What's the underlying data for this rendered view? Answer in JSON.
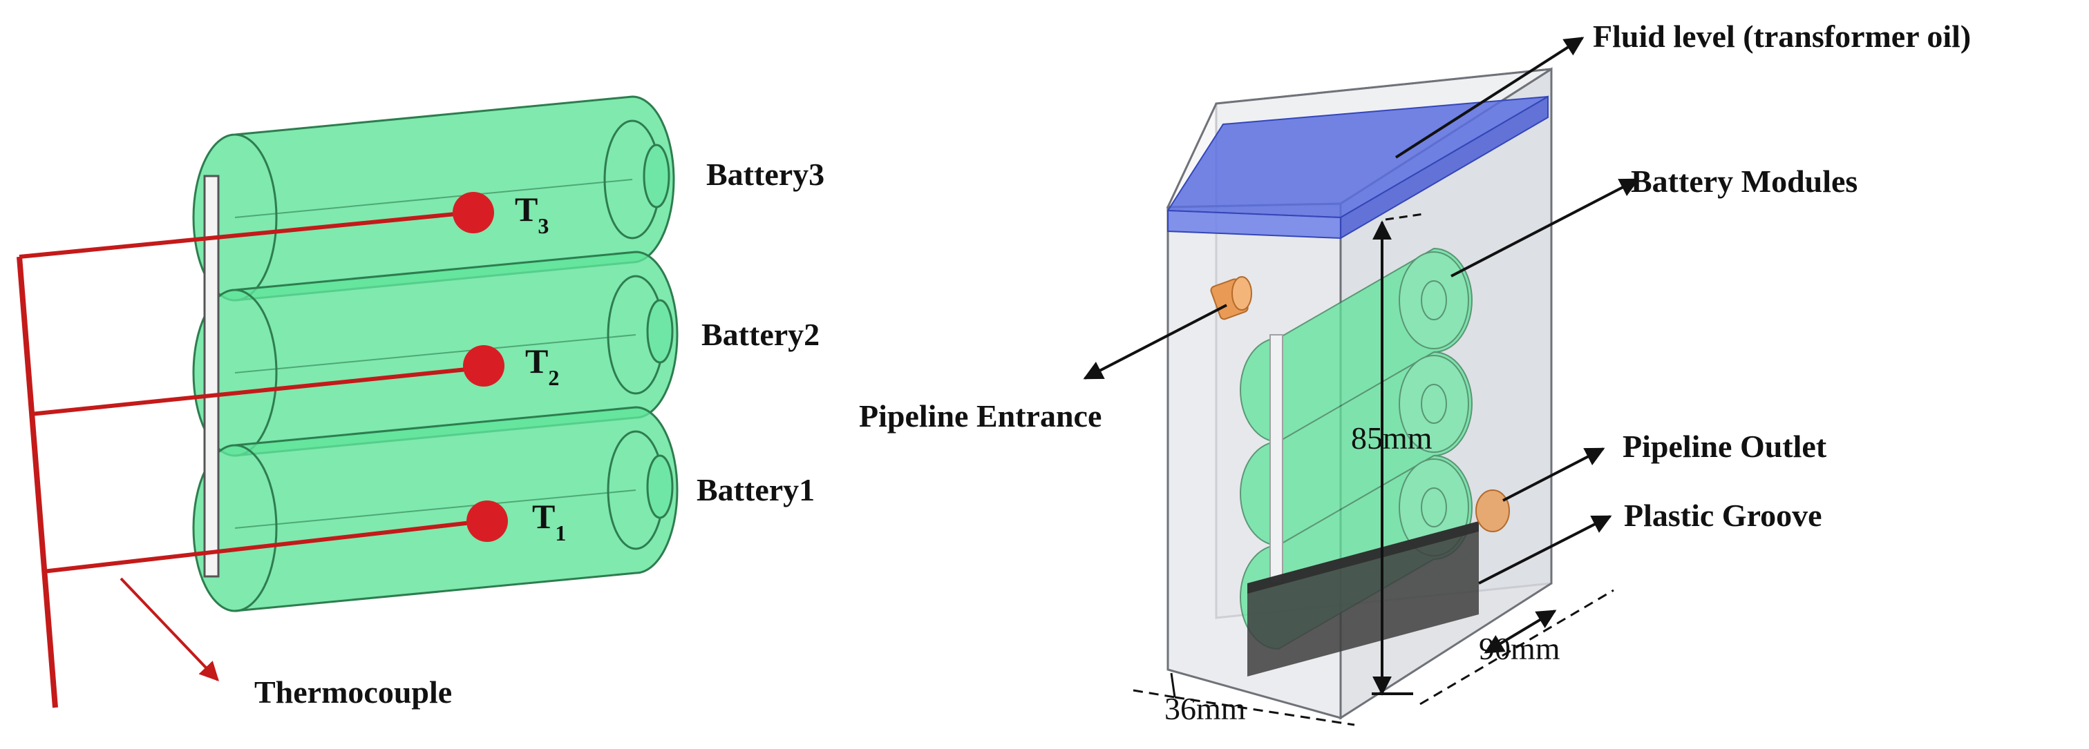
{
  "colors": {
    "battery_fill": "#5fe39a",
    "battery_stroke": "#2e7d4f",
    "wire": "#c41a1a",
    "sensor": "#d81e24",
    "oil_layer": "#5a6fe0",
    "tank_fill": "#e4e6ea",
    "tank_stroke": "#6f7278",
    "pipe": "#e99b55",
    "groove": "#3e3e3e",
    "arrow": "#111111"
  },
  "left_diagram": {
    "batteries": [
      {
        "label": "Battery3",
        "sensor_label": "T",
        "sensor_sub": "3"
      },
      {
        "label": "Battery2",
        "sensor_label": "T",
        "sensor_sub": "2"
      },
      {
        "label": "Battery1",
        "sensor_label": "T",
        "sensor_sub": "1"
      }
    ],
    "thermocouple_label": "Thermocouple"
  },
  "right_diagram": {
    "fluid_level_label": "Fluid level (transformer oil)",
    "battery_modules_label": "Battery Modules",
    "pipeline_entrance_label": "Pipeline Entrance",
    "pipeline_outlet_label": "Pipeline Outlet",
    "plastic_groove_label": "Plastic Groove",
    "height_dim": "85mm",
    "depth_dim": "90mm",
    "width_dim": "36mm"
  }
}
